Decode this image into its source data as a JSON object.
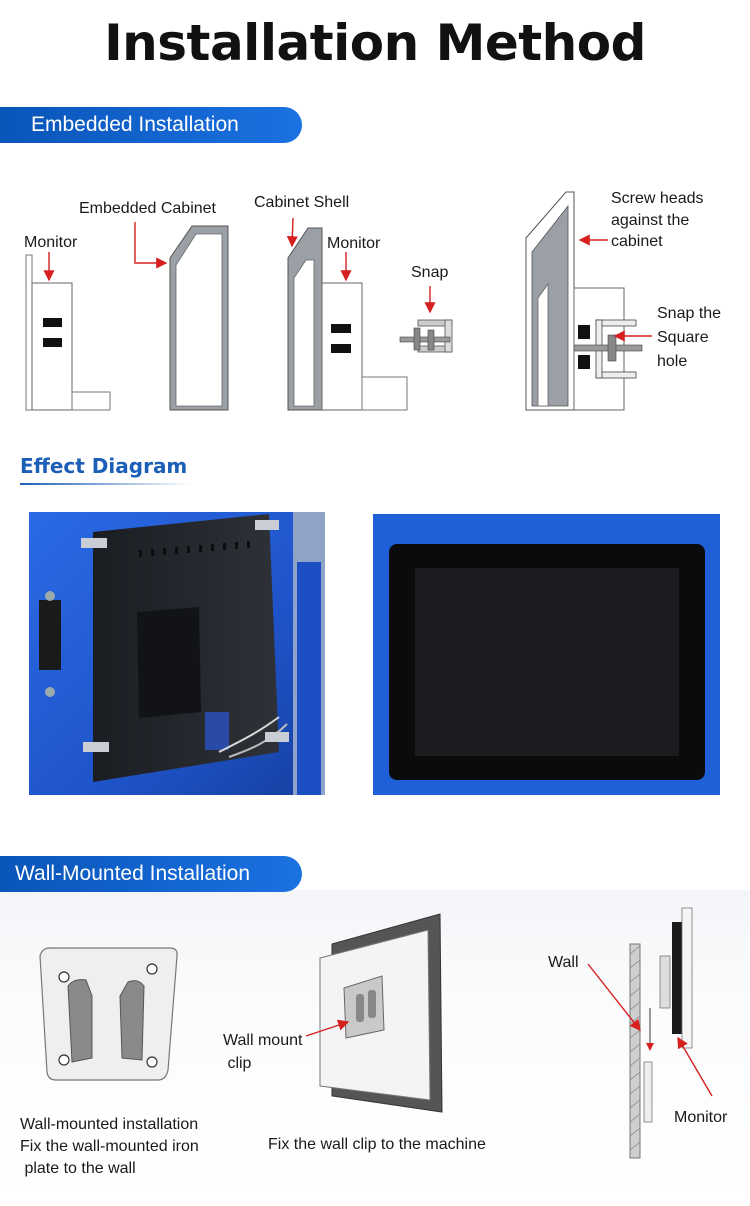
{
  "title": "Installation Method",
  "embedded": {
    "heading": "Embedded Installation",
    "labels": {
      "monitor_1": "Monitor",
      "embedded_cabinet": "Embedded Cabinet",
      "cabinet_shell": "Cabinet Shell",
      "monitor_2": "Monitor",
      "snap": "Snap",
      "screw_heads": [
        "Screw heads",
        "against the",
        "cabinet"
      ],
      "snap_square": [
        "Snap the",
        "Square",
        "hole"
      ]
    }
  },
  "effect": {
    "heading": "Effect Diagram"
  },
  "wall": {
    "heading": "Wall-Mounted Installation",
    "plate_caption": [
      "Wall-mounted installation",
      "Fix the wall-mounted iron",
      " plate to the wall"
    ],
    "clip_label": [
      "Wall mount",
      " clip"
    ],
    "clip_caption": "Fix the wall clip to the machine",
    "side_wall": "Wall",
    "side_monitor": "Monitor"
  },
  "colors": {
    "banner_blue": "#1466d2",
    "effect_blue": "#1b5fb8",
    "arrow_red": "#d62020",
    "cabinet_blue": "#1f5fd8"
  }
}
